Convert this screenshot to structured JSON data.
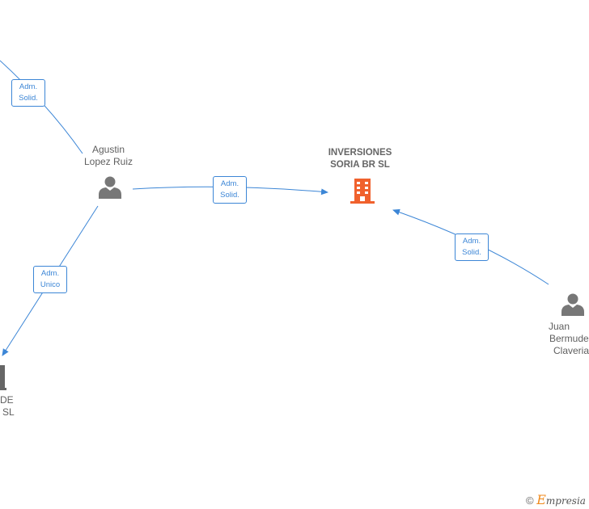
{
  "nodes": {
    "agustin": {
      "line1": "Agustin",
      "line2": "Lopez Ruiz"
    },
    "company": {
      "line1": "INVERSIONES",
      "line2": "SORIA BR  SL"
    },
    "juan": {
      "line1": "Juan",
      "line2": "Bermudez",
      "line3": "Claveria"
    },
    "left_company": {
      "line1": "DE",
      "line2": "SL"
    }
  },
  "edges": {
    "top_left": {
      "line1": "Adm.",
      "line2": "Solid."
    },
    "agustin_company": {
      "line1": "Adm.",
      "line2": "Solid."
    },
    "juan_company": {
      "line1": "Adm.",
      "line2": "Solid."
    },
    "agustin_left": {
      "line1": "Adm.",
      "line2": "Unico"
    }
  },
  "colors": {
    "edge": "#3c86d6",
    "person": "#777777",
    "company": "#f0612d"
  },
  "icons": {
    "person": "person-icon",
    "company": "building-icon"
  },
  "footer": {
    "copyright": "©",
    "brand_e": "E",
    "brand_rest": "mpresia"
  }
}
